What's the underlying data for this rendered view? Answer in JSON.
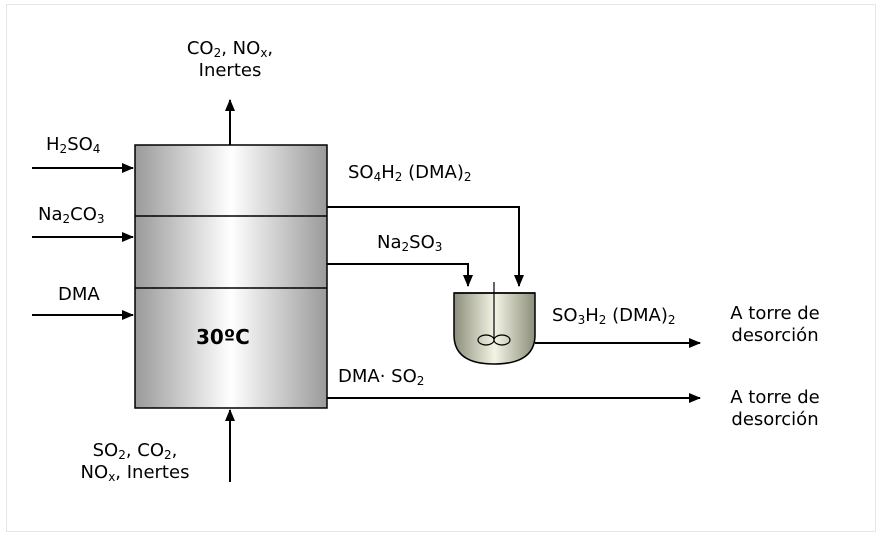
{
  "labels": {
    "top_output": {
      "line1": {
        "a": "CO",
        "a_sub": "2",
        "b": ", NO",
        "b_sub": "x",
        "c": ","
      },
      "line2": "Inertes"
    },
    "input_h2so4": {
      "a": "H",
      "a_sub": "2",
      "b": "SO",
      "b_sub": "4"
    },
    "input_na2co3": {
      "a": "Na",
      "a_sub": "2",
      "b": "CO",
      "b_sub": "3"
    },
    "input_dma": "DMA",
    "temperature": "30ºC",
    "bottom_input": {
      "line1": {
        "a": "SO",
        "a_sub": "2",
        "b": ", CO",
        "b_sub": "2",
        "c": ","
      },
      "line2": {
        "a": "NO",
        "a_sub": "x",
        "b": ", Inertes"
      }
    },
    "stream_so4h2": {
      "a": "SO",
      "a_sub": "4",
      "b": "H",
      "b_sub": "2",
      "c": " (DMA)",
      "c_sub": "2"
    },
    "stream_na2so3": {
      "a": "Na",
      "a_sub": "2",
      "b": "SO",
      "b_sub": "3"
    },
    "stream_so3h2": {
      "a": "SO",
      "a_sub": "3",
      "b": "H",
      "b_sub": "2",
      "c": " (DMA)",
      "c_sub": "2"
    },
    "stream_dma_so2": {
      "a": "DMA· SO",
      "a_sub": "2"
    },
    "dest_1": {
      "line1": "A torre de",
      "line2": "desorción"
    },
    "dest_2": {
      "line1": "A torre de",
      "line2": "desorción"
    }
  },
  "colors": {
    "column_edge": "#9a9a9a",
    "column_center": "#ffffff",
    "reactor_edge": "#8c8e7a",
    "reactor_center": "#f4f4e6",
    "line": "#000000"
  }
}
